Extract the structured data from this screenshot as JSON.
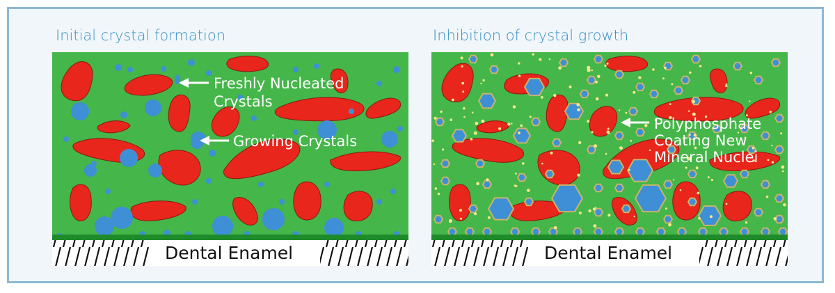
{
  "colors": {
    "frame_border": "#8db9d6",
    "frame_bg": "#f1f6fb",
    "title": "#3a8fbf",
    "solution": "#45b649",
    "blob": "#e8261c",
    "crystal": "#3f8fd6",
    "coating": "#c9b56a",
    "enamel_layer": "#1f8a2a",
    "label": "#ffffff"
  },
  "panels": [
    {
      "title": "Initial crystal formation",
      "labels": [
        "Freshly Nucleated",
        "Crystals",
        "Growing Crystals"
      ],
      "enamel": "Dental Enamel"
    },
    {
      "title": "Inhibition of crystal growth",
      "labels": [
        "Polyphosphate",
        "Coating New",
        "Mineral Nuclei"
      ],
      "enamel": "Dental Enamel"
    }
  ],
  "icons": [
    "arrow-icon",
    "hatch-icon"
  ]
}
